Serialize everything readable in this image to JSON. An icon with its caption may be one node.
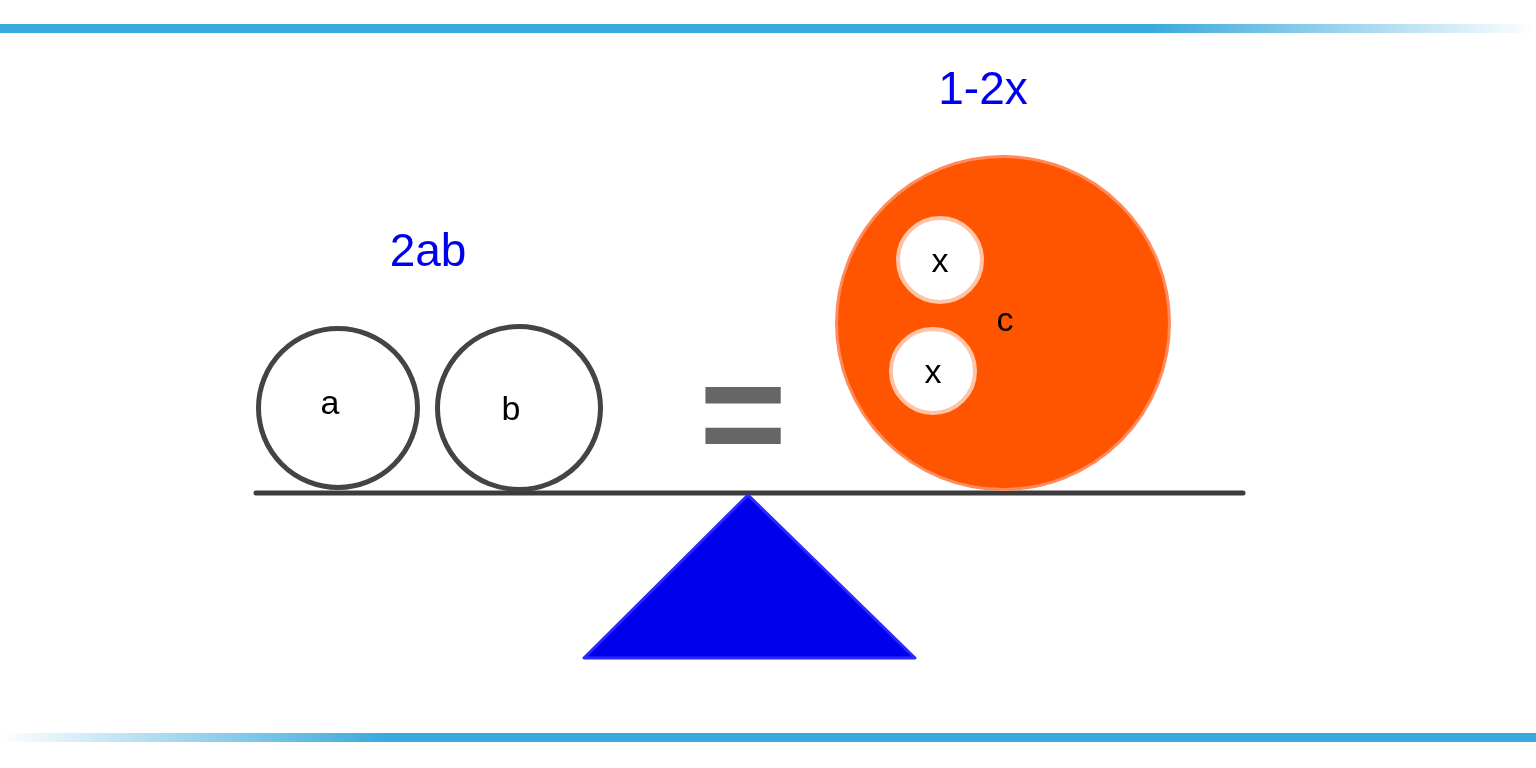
{
  "diagram": {
    "nodes": [
      {
        "text": [
          "a"
        ]
      },
      {
        "text": [
          "b"
        ]
      },
      {
        "text": [
          "c"
        ]
      },
      {
        "text": [
          "x"
        ],
        "in": 2
      },
      {
        "text": [
          "x"
        ],
        "in": 2
      }
    ],
    "labels": [
      "1-2x",
      "2ab",
      "="
    ]
  }
}
